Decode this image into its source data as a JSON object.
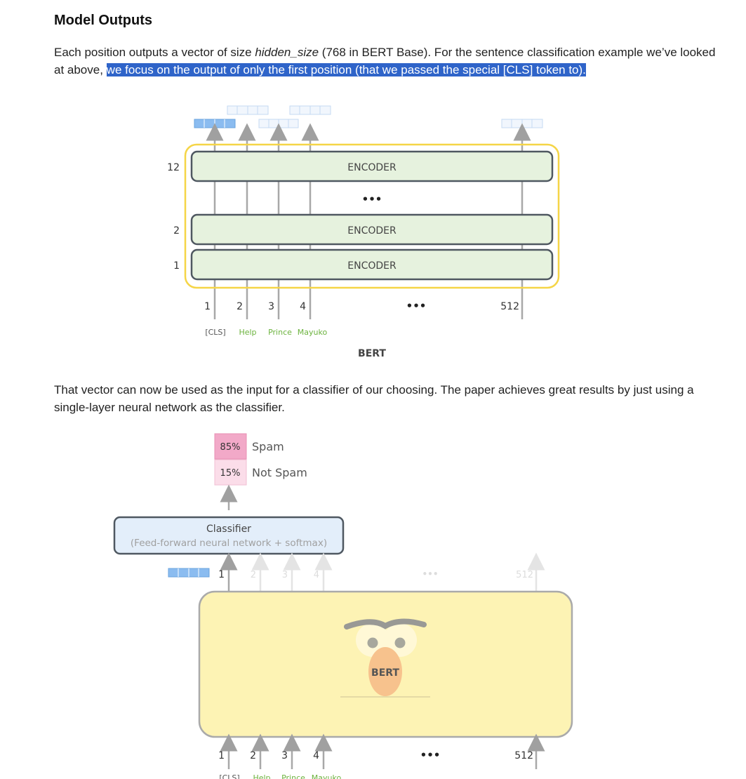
{
  "heading": "Model Outputs",
  "paragraph1": {
    "part1": "Each position outputs a vector of size ",
    "term": "hidden_size",
    "part2": " (768 in BERT Base). For the sentence classification example we’ve looked at above, ",
    "highlight": "we focus on the output of only the first position (that we passed the special [CLS] token to)."
  },
  "paragraph2": "That vector can now be used as the input for a classifier of our choosing. The paper achieves great results by just using a single-layer neural network as the classifier.",
  "diagram1": {
    "layer_numbers": [
      "12",
      "2",
      "1"
    ],
    "encoder_label": "ENCODER",
    "ellipsis": "•••",
    "positions": [
      "1",
      "2",
      "3",
      "4",
      "512"
    ],
    "tokens": [
      "[CLS]",
      "Help",
      "Prince",
      "Mayuko"
    ],
    "caption": "BERT",
    "colors": {
      "encoder_fill": "#e6f2de",
      "bert_outline": "#f5d547",
      "cls_vector": "#8bbcf0",
      "token_green": "#6cb33e"
    }
  },
  "diagram2": {
    "outputs": [
      {
        "percent": "85%",
        "label": "Spam"
      },
      {
        "percent": "15%",
        "label": "Not Spam"
      }
    ],
    "classifier_title": "Classifier",
    "classifier_subtitle": "(Feed-forward neural network + softmax)",
    "top_positions": [
      "1",
      "2",
      "3",
      "4",
      "512"
    ],
    "ellipsis": "•••",
    "bert_label": "BERT",
    "bottom_positions": [
      "1",
      "2",
      "3",
      "4",
      "512"
    ],
    "tokens": [
      "[CLS]",
      "Help",
      "Prince",
      "Mayuko"
    ],
    "colors": {
      "spam": "#f2a9c8",
      "not_spam": "#fbdde9",
      "classifier_fill": "#e3eefa",
      "bert_box": "#fdf3b4",
      "nose": "#f7c28d"
    }
  }
}
